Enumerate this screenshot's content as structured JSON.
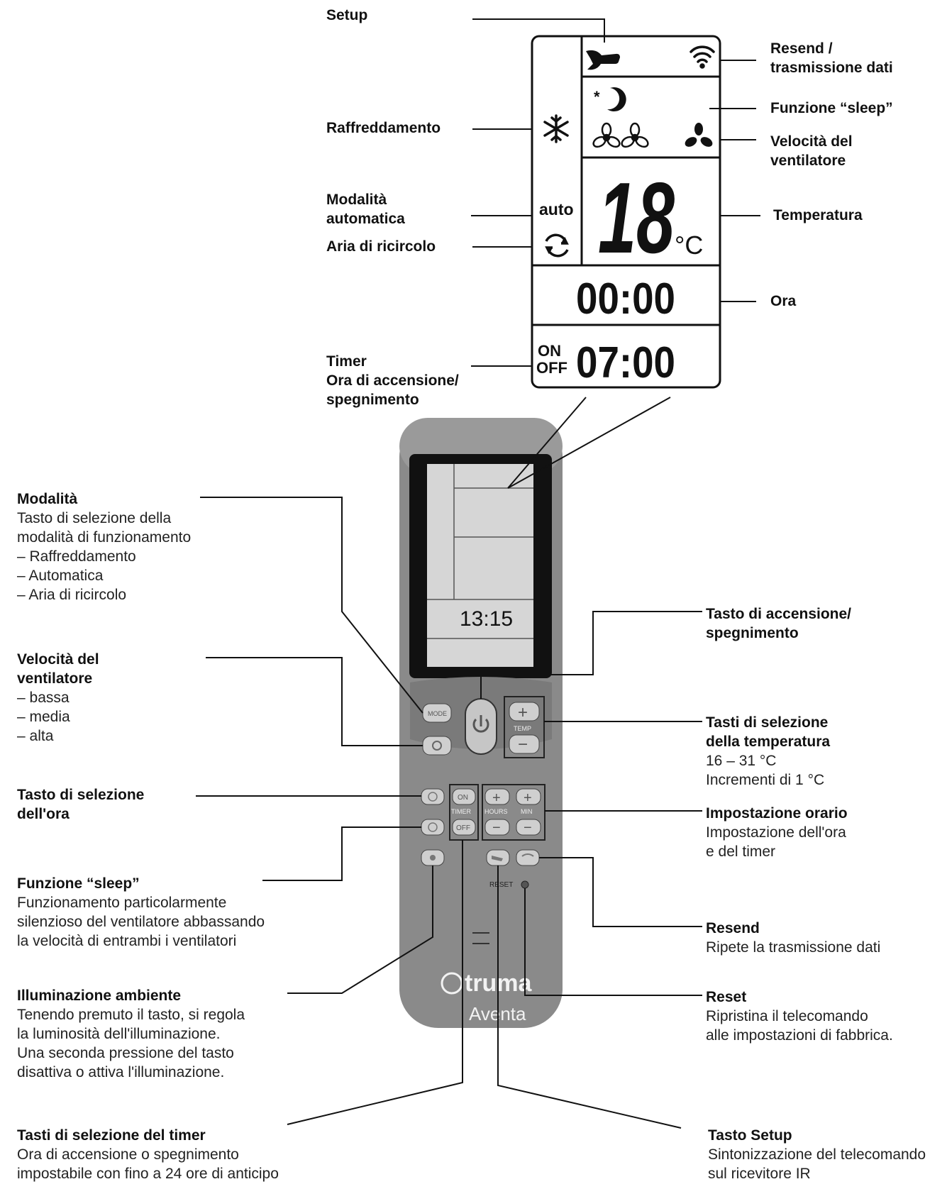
{
  "lcd_labels": {
    "setup": "Setup",
    "resend": [
      "Resend /",
      "trasmissione dati"
    ],
    "sleep": "Funzione “sleep”",
    "fan_speed": [
      "Velocità del",
      "ventilatore"
    ],
    "cooling": "Raffreddamento",
    "auto_mode": [
      "Modalità",
      "automatica"
    ],
    "recirculation": "Aria di ricircolo",
    "temperature": "Temperatura",
    "clock": "Ora",
    "timer": [
      "Timer",
      "Ora di accensione/",
      "spegnimento"
    ]
  },
  "lcd": {
    "auto": "auto",
    "temp": "18",
    "unit": "°C",
    "clock": "00:00",
    "on": "ON",
    "off": "OFF",
    "timer": "07:00"
  },
  "remote": {
    "screen_time": "13:15",
    "mode": "MODE",
    "temp": "TEMP",
    "on": "ON",
    "timer": "TIMER",
    "off": "OFF",
    "hours": "HOURS",
    "min": "MIN",
    "reset": "RESET",
    "brand": "truma",
    "model": "Aventa",
    "plus": "+",
    "minus": "−"
  },
  "left": {
    "mode": {
      "title": "Modalità",
      "desc": [
        "Tasto di selezione della",
        "modalità di funzionamento",
        "– Raffreddamento",
        "– Automatica",
        "– Aria di ricircolo"
      ]
    },
    "fan": {
      "title": [
        "Velocità del",
        "ventilatore"
      ],
      "desc": [
        "– bassa",
        "– media",
        "– alta"
      ]
    },
    "clock": {
      "title": [
        "Tasto di selezione",
        "dell'ora"
      ]
    },
    "sleep": {
      "title": "Funzione “sleep”",
      "desc": [
        "Funzionamento particolarmente",
        "silenzioso del ventilatore abbassando",
        "la velocità di entrambi i ventilatori"
      ]
    },
    "light": {
      "title": "Illuminazione ambiente",
      "desc": [
        "Tenendo premuto il tasto, si regola",
        "la luminosità dell'illuminazione.",
        "Una seconda pressione del tasto",
        "disattiva o attiva l'illuminazione."
      ]
    },
    "timer": {
      "title": "Tasti di selezione del timer",
      "desc": [
        "Ora di accensione o spegnimento",
        "impostabile con fino a 24 ore di anticipo"
      ]
    }
  },
  "right": {
    "power": {
      "title": [
        "Tasto di accensione/",
        "spegnimento"
      ]
    },
    "temp": {
      "title": [
        "Tasti di selezione",
        "della temperatura"
      ],
      "desc": [
        "16 – 31 °C",
        "Incrementi di 1 °C"
      ]
    },
    "time": {
      "title": "Impostazione orario",
      "desc": [
        "Impostazione dell'ora",
        "e del timer"
      ]
    },
    "resend": {
      "title": "Resend",
      "desc": [
        "Ripete la trasmissione dati"
      ]
    },
    "reset": {
      "title": "Reset",
      "desc": [
        "Ripristina il telecomando",
        "alle impostazioni di fabbrica."
      ]
    },
    "setup": {
      "title": "Tasto Setup",
      "desc": [
        "Sintonizzazione del telecomando",
        "sul ricevitore IR"
      ]
    }
  }
}
